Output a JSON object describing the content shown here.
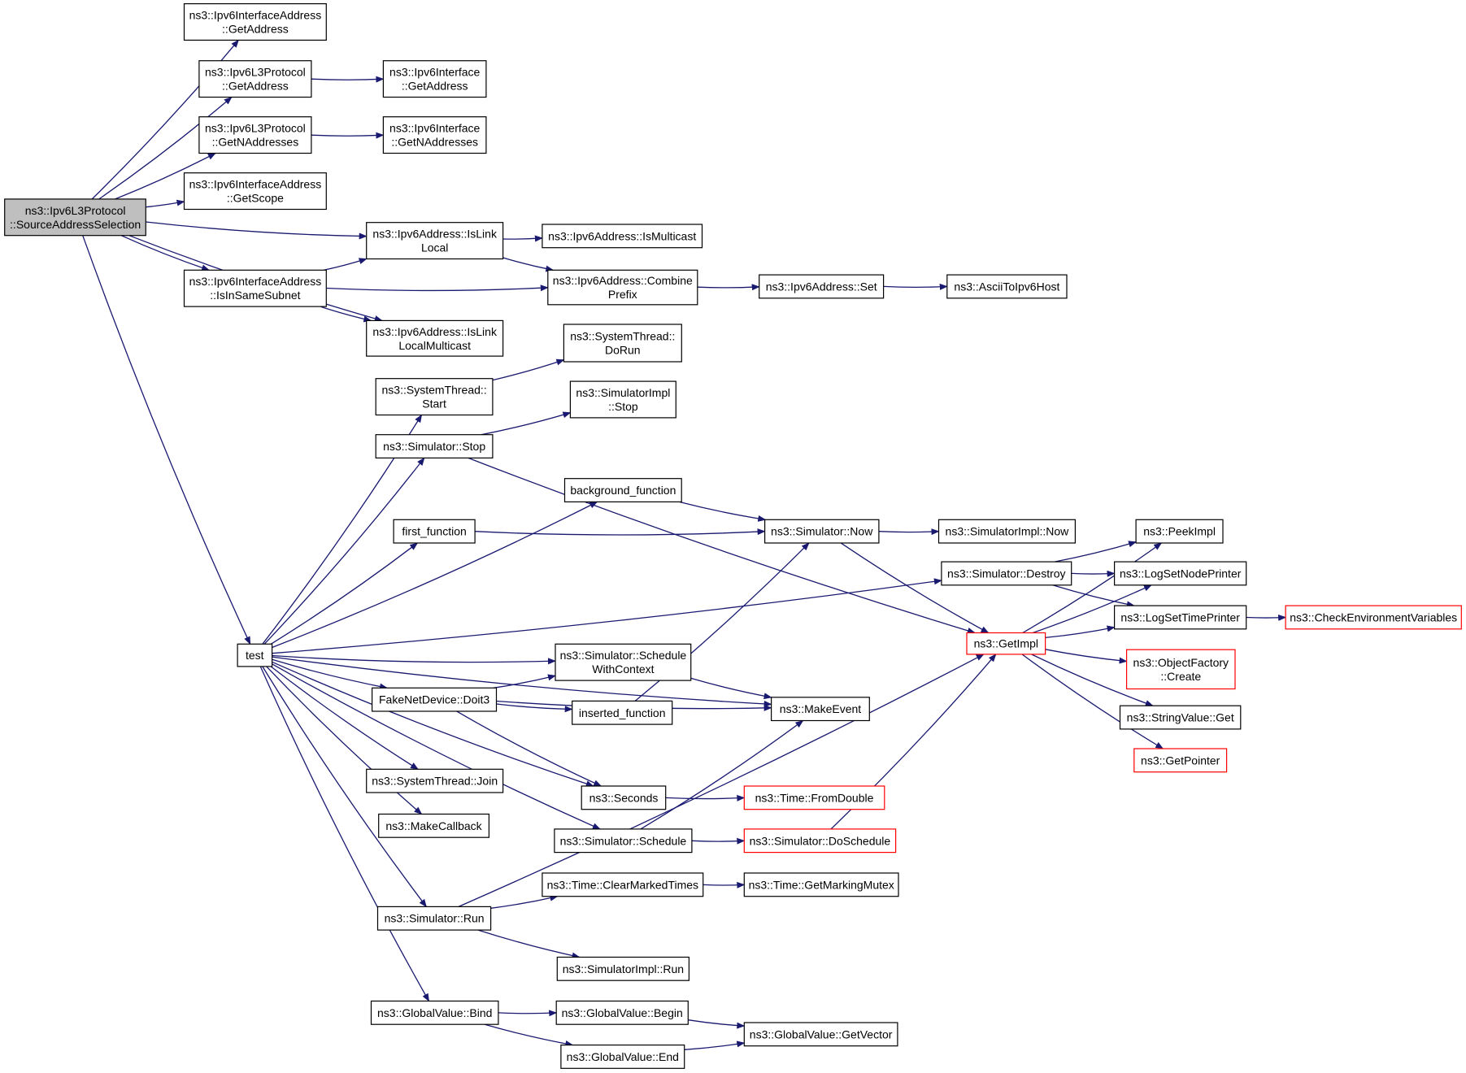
{
  "colors": {
    "edge": "#191970",
    "node_border": "#000000",
    "truncated_node_border": "#ff0000",
    "root_fill": "#bfbfbf",
    "node_fill": "#ffffff"
  },
  "nodes": [
    {
      "id": "root",
      "lines": [
        "ns3::Ipv6L3Protocol",
        "::SourceAddressSelection"
      ],
      "style": "root"
    },
    {
      "id": "ifaddr_getaddr",
      "lines": [
        "ns3::Ipv6InterfaceAddress",
        "::GetAddress"
      ]
    },
    {
      "id": "l3_getaddr",
      "lines": [
        "ns3::Ipv6L3Protocol",
        "::GetAddress"
      ]
    },
    {
      "id": "if_getaddr",
      "lines": [
        "ns3::Ipv6Interface",
        "::GetAddress"
      ]
    },
    {
      "id": "l3_getnaddr",
      "lines": [
        "ns3::Ipv6L3Protocol",
        "::GetNAddresses"
      ]
    },
    {
      "id": "if_getnaddr",
      "lines": [
        "ns3::Ipv6Interface",
        "::GetNAddresses"
      ]
    },
    {
      "id": "ifaddr_getscope",
      "lines": [
        "ns3::Ipv6InterfaceAddress",
        "::GetScope"
      ]
    },
    {
      "id": "islinklocal",
      "lines": [
        "ns3::Ipv6Address::IsLink",
        "Local"
      ]
    },
    {
      "id": "ismulticast",
      "lines": [
        "ns3::Ipv6Address::IsMulticast"
      ]
    },
    {
      "id": "issamesubnet",
      "lines": [
        "ns3::Ipv6InterfaceAddress",
        "::IsInSameSubnet"
      ]
    },
    {
      "id": "combineprefix",
      "lines": [
        "ns3::Ipv6Address::Combine",
        "Prefix"
      ]
    },
    {
      "id": "addr_set",
      "lines": [
        "ns3::Ipv6Address::Set"
      ]
    },
    {
      "id": "asciitoipv6",
      "lines": [
        "ns3::AsciiToIpv6Host"
      ]
    },
    {
      "id": "islinklocalmc",
      "lines": [
        "ns3::Ipv6Address::IsLink",
        "LocalMulticast"
      ]
    },
    {
      "id": "st_dorun",
      "lines": [
        "ns3::SystemThread::",
        "DoRun"
      ]
    },
    {
      "id": "st_start",
      "lines": [
        "ns3::SystemThread::",
        "Start"
      ]
    },
    {
      "id": "simimpl_stop",
      "lines": [
        "ns3::SimulatorImpl",
        "::Stop"
      ]
    },
    {
      "id": "sim_stop",
      "lines": [
        "ns3::Simulator::Stop"
      ]
    },
    {
      "id": "bg_func",
      "lines": [
        "background_function"
      ]
    },
    {
      "id": "first_func",
      "lines": [
        "first_function"
      ]
    },
    {
      "id": "sim_now",
      "lines": [
        "ns3::Simulator::Now"
      ]
    },
    {
      "id": "simimpl_now",
      "lines": [
        "ns3::SimulatorImpl::Now"
      ]
    },
    {
      "id": "peekimpl",
      "lines": [
        "ns3::PeekImpl"
      ]
    },
    {
      "id": "sim_destroy",
      "lines": [
        "ns3::Simulator::Destroy"
      ]
    },
    {
      "id": "lognodeprinter",
      "lines": [
        "ns3::LogSetNodePrinter"
      ]
    },
    {
      "id": "logtimeprinter",
      "lines": [
        "ns3::LogSetTimePrinter"
      ]
    },
    {
      "id": "checkenv",
      "lines": [
        "ns3::CheckEnvironmentVariables"
      ],
      "style": "red"
    },
    {
      "id": "getimpl",
      "lines": [
        "ns3::GetImpl"
      ],
      "style": "red"
    },
    {
      "id": "test",
      "lines": [
        "test"
      ]
    },
    {
      "id": "sched_ctx",
      "lines": [
        "ns3::Simulator::Schedule",
        "WithContext"
      ]
    },
    {
      "id": "objfactory",
      "lines": [
        "ns3::ObjectFactory",
        "::Create"
      ],
      "style": "red"
    },
    {
      "id": "fake_doit3",
      "lines": [
        "FakeNetDevice::Doit3"
      ]
    },
    {
      "id": "inserted_func",
      "lines": [
        "inserted_function"
      ]
    },
    {
      "id": "makeevent",
      "lines": [
        "ns3::MakeEvent"
      ]
    },
    {
      "id": "stringvalue_get",
      "lines": [
        "ns3::StringValue::Get"
      ]
    },
    {
      "id": "getpointer",
      "lines": [
        "ns3::GetPointer"
      ],
      "style": "red"
    },
    {
      "id": "st_join",
      "lines": [
        "ns3::SystemThread::Join"
      ]
    },
    {
      "id": "seconds",
      "lines": [
        "ns3::Seconds"
      ]
    },
    {
      "id": "fromdouble",
      "lines": [
        "ns3::Time::FromDouble"
      ],
      "style": "red"
    },
    {
      "id": "makecallback",
      "lines": [
        "ns3::MakeCallback"
      ]
    },
    {
      "id": "sim_schedule",
      "lines": [
        "ns3::Simulator::Schedule"
      ]
    },
    {
      "id": "doschedule",
      "lines": [
        "ns3::Simulator::DoSchedule"
      ],
      "style": "red"
    },
    {
      "id": "clearmarked",
      "lines": [
        "ns3::Time::ClearMarkedTimes"
      ]
    },
    {
      "id": "getmarkingmutex",
      "lines": [
        "ns3::Time::GetMarkingMutex"
      ]
    },
    {
      "id": "sim_run",
      "lines": [
        "ns3::Simulator::Run"
      ]
    },
    {
      "id": "simimpl_run",
      "lines": [
        "ns3::SimulatorImpl::Run"
      ]
    },
    {
      "id": "gv_bind",
      "lines": [
        "ns3::GlobalValue::Bind"
      ]
    },
    {
      "id": "gv_begin",
      "lines": [
        "ns3::GlobalValue::Begin"
      ]
    },
    {
      "id": "gv_end",
      "lines": [
        "ns3::GlobalValue::End"
      ]
    },
    {
      "id": "gv_getvector",
      "lines": [
        "ns3::GlobalValue::GetVector"
      ]
    }
  ],
  "edges": [
    [
      "root",
      "ifaddr_getaddr"
    ],
    [
      "root",
      "l3_getaddr"
    ],
    [
      "root",
      "l3_getnaddr"
    ],
    [
      "root",
      "ifaddr_getscope"
    ],
    [
      "root",
      "islinklocal"
    ],
    [
      "root",
      "issamesubnet"
    ],
    [
      "root",
      "islinklocalmc"
    ],
    [
      "root",
      "test"
    ],
    [
      "l3_getaddr",
      "if_getaddr"
    ],
    [
      "l3_getnaddr",
      "if_getnaddr"
    ],
    [
      "islinklocal",
      "ismulticast"
    ],
    [
      "islinklocal",
      "combineprefix"
    ],
    [
      "issamesubnet",
      "islinklocal"
    ],
    [
      "issamesubnet",
      "combineprefix"
    ],
    [
      "issamesubnet",
      "islinklocalmc"
    ],
    [
      "combineprefix",
      "addr_set"
    ],
    [
      "addr_set",
      "asciitoipv6"
    ],
    [
      "st_start",
      "st_dorun"
    ],
    [
      "sim_stop",
      "simimpl_stop"
    ],
    [
      "sim_stop",
      "getimpl"
    ],
    [
      "bg_func",
      "sim_now"
    ],
    [
      "first_func",
      "sim_now"
    ],
    [
      "sim_now",
      "simimpl_now"
    ],
    [
      "sim_now",
      "getimpl"
    ],
    [
      "sim_destroy",
      "peekimpl"
    ],
    [
      "sim_destroy",
      "lognodeprinter"
    ],
    [
      "sim_destroy",
      "logtimeprinter"
    ],
    [
      "logtimeprinter",
      "checkenv"
    ],
    [
      "getimpl",
      "peekimpl"
    ],
    [
      "getimpl",
      "lognodeprinter"
    ],
    [
      "getimpl",
      "logtimeprinter"
    ],
    [
      "getimpl",
      "objfactory"
    ],
    [
      "getimpl",
      "stringvalue_get"
    ],
    [
      "getimpl",
      "getpointer"
    ],
    [
      "test",
      "st_start"
    ],
    [
      "test",
      "sim_stop"
    ],
    [
      "test",
      "bg_func"
    ],
    [
      "test",
      "first_func"
    ],
    [
      "test",
      "sim_destroy"
    ],
    [
      "test",
      "makeevent"
    ],
    [
      "test",
      "sched_ctx"
    ],
    [
      "test",
      "fake_doit3"
    ],
    [
      "test",
      "seconds"
    ],
    [
      "test",
      "st_join"
    ],
    [
      "test",
      "makecallback"
    ],
    [
      "test",
      "sim_schedule"
    ],
    [
      "test",
      "sim_run"
    ],
    [
      "test",
      "gv_bind"
    ],
    [
      "sched_ctx",
      "makeevent"
    ],
    [
      "fake_doit3",
      "sched_ctx"
    ],
    [
      "fake_doit3",
      "inserted_func"
    ],
    [
      "fake_doit3",
      "makeevent"
    ],
    [
      "fake_doit3",
      "seconds"
    ],
    [
      "inserted_func",
      "sim_now"
    ],
    [
      "seconds",
      "fromdouble"
    ],
    [
      "sim_schedule",
      "makeevent"
    ],
    [
      "sim_schedule",
      "doschedule"
    ],
    [
      "doschedule",
      "getimpl"
    ],
    [
      "sim_run",
      "clearmarked"
    ],
    [
      "sim_run",
      "simimpl_run"
    ],
    [
      "sim_run",
      "getimpl"
    ],
    [
      "clearmarked",
      "getmarkingmutex"
    ],
    [
      "gv_bind",
      "gv_begin"
    ],
    [
      "gv_bind",
      "gv_end"
    ],
    [
      "gv_begin",
      "gv_getvector"
    ],
    [
      "gv_end",
      "gv_getvector"
    ]
  ]
}
